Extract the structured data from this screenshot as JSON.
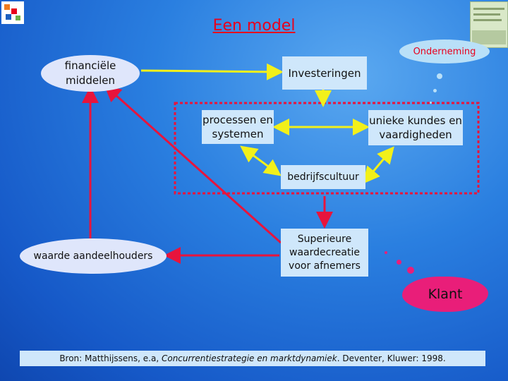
{
  "title": "Een model",
  "nodes": {
    "financial_means": "financiële middelen",
    "investments": "Investeringen",
    "company": "Onderneming",
    "processes": "processen en systemen",
    "unique_skills": "unieke kundes en vaardigheden",
    "culture": "bedrijfscultuur",
    "shareholder_value": "waarde aandeelhouders",
    "superior_value": "Superieure waardecreatie voor afnemers",
    "customer": "Klant"
  },
  "source": {
    "prefix": "Bron: Matthijssens, e.a, ",
    "italic": "Concurrentiestrategie en marktdynamiek",
    "suffix": ". Deventer, Kluwer: 1998."
  },
  "colors": {
    "background": "#1e6cd8",
    "title": "#e8001c",
    "red_arrow": "#e8143c",
    "yellow_arrow": "#f2f01a",
    "cloud": "#e91e79",
    "box": "#cfe7fb"
  }
}
